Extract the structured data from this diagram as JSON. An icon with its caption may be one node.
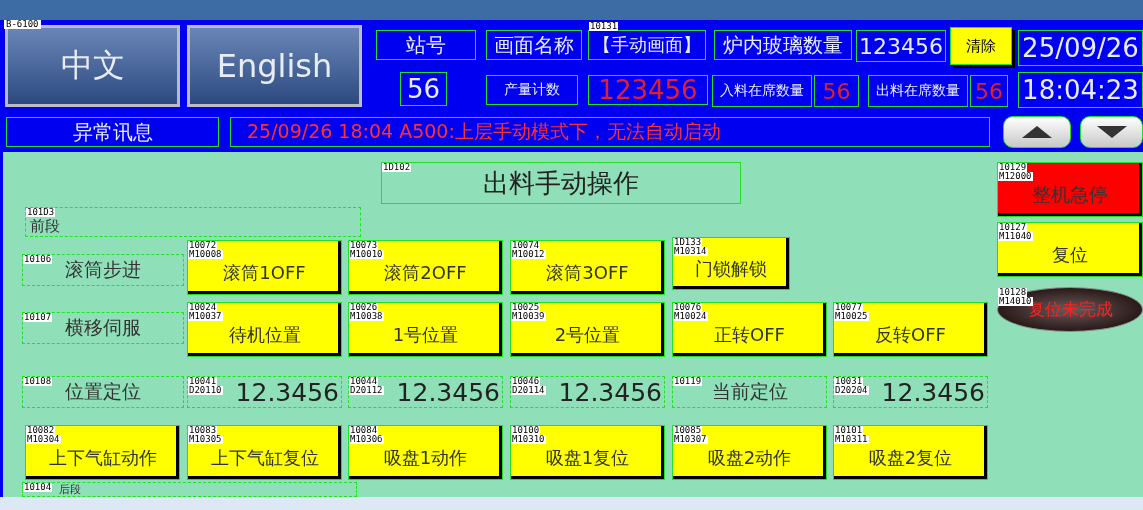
{
  "diagram": {
    "nodes": [
      {
        "text": [
          "中文"
        ]
      },
      {
        "text": [
          "English"
        ]
      },
      {
        "text": [
          "站号"
        ]
      },
      {
        "text": [
          "56"
        ]
      },
      {
        "text": [
          "画面名称"
        ]
      },
      {
        "text": [
          "10131",
          "【手动画面】"
        ]
      },
      {
        "text": [
          "炉内玻璃数量"
        ]
      },
      {
        "text": [
          "123456"
        ]
      },
      {
        "text": [
          "清除"
        ]
      },
      {
        "text": [
          "25/09/26"
        ]
      },
      {
        "text": [
          "产量计数"
        ]
      },
      {
        "text": [
          "123456"
        ]
      },
      {
        "text": [
          "入料在席数量"
        ]
      },
      {
        "text": [
          "56"
        ]
      },
      {
        "text": [
          "出料在席数量"
        ]
      },
      {
        "text": [
          "56"
        ]
      },
      {
        "text": [
          "18:04:23"
        ]
      },
      {
        "text": [
          "异常讯息"
        ]
      },
      {
        "text": [
          "25/09/26  18:04  A500:上层手动模式下，无法自动启动"
        ]
      },
      {
        "text": [],
        "shape": "box"
      },
      {
        "text": [],
        "shape": "box"
      },
      {
        "text": [
          "1D102",
          "出料手动操作"
        ]
      },
      {
        "text": [
          "101D3",
          "前段"
        ]
      },
      {
        "text": [
          "10106",
          "滚筒步进"
        ]
      },
      {
        "text": [
          "10072",
          "M10008",
          "滚筒1OFF"
        ]
      },
      {
        "text": [
          "10073",
          "M10010",
          "滚筒2OFF"
        ]
      },
      {
        "text": [
          "10074",
          "M10012",
          "滚筒3OFF"
        ]
      },
      {
        "text": [
          "1D133",
          "M10314",
          "门锁解锁"
        ]
      },
      {
        "text": [
          "10129",
          "M12000",
          "整机急停"
        ]
      },
      {
        "text": [
          "10127",
          "M11040",
          "复位"
        ]
      },
      {
        "text": [
          "10128",
          "M14010",
          "复位未完成"
        ]
      },
      {
        "text": [
          "10107",
          "横移伺服"
        ]
      },
      {
        "text": [
          "10024",
          "M10037",
          "待机位置"
        ]
      },
      {
        "text": [
          "10026",
          "M10038",
          "1号位置"
        ]
      },
      {
        "text": [
          "10025",
          "M10039",
          "2号位置"
        ]
      },
      {
        "text": [
          "10076",
          "M10024",
          "正转OFF"
        ]
      },
      {
        "text": [
          "10077",
          "M10025",
          "反转OFF"
        ]
      },
      {
        "text": [
          "10108",
          "位置定位"
        ]
      },
      {
        "text": [
          "10041",
          "D20110",
          "12.3456"
        ]
      },
      {
        "text": [
          "10044",
          "D20112",
          "12.3456"
        ]
      },
      {
        "text": [
          "10046",
          "D20114",
          "12.3456"
        ]
      },
      {
        "text": [
          "10119",
          "当前定位"
        ]
      },
      {
        "text": [
          "10031",
          "D20204",
          "12.3456"
        ]
      },
      {
        "text": [
          "10082",
          "M10304",
          "上下气缸动作"
        ]
      },
      {
        "text": [
          "10083",
          "M10305",
          "上下气缸复位"
        ]
      },
      {
        "text": [
          "10084",
          "M10306",
          "吸盘1动作"
        ]
      },
      {
        "text": [
          "10100",
          "M10310",
          "吸盘1复位"
        ]
      },
      {
        "text": [
          "10085",
          "M10307",
          "吸盘2动作"
        ]
      },
      {
        "text": [
          "10101",
          "M10311",
          "吸盘2复位"
        ]
      },
      {
        "text": [
          "10104",
          "后段"
        ]
      },
      {
        "text": [],
        "shape": "bar"
      }
    ],
    "labels": [
      "B-6100"
    ]
  }
}
